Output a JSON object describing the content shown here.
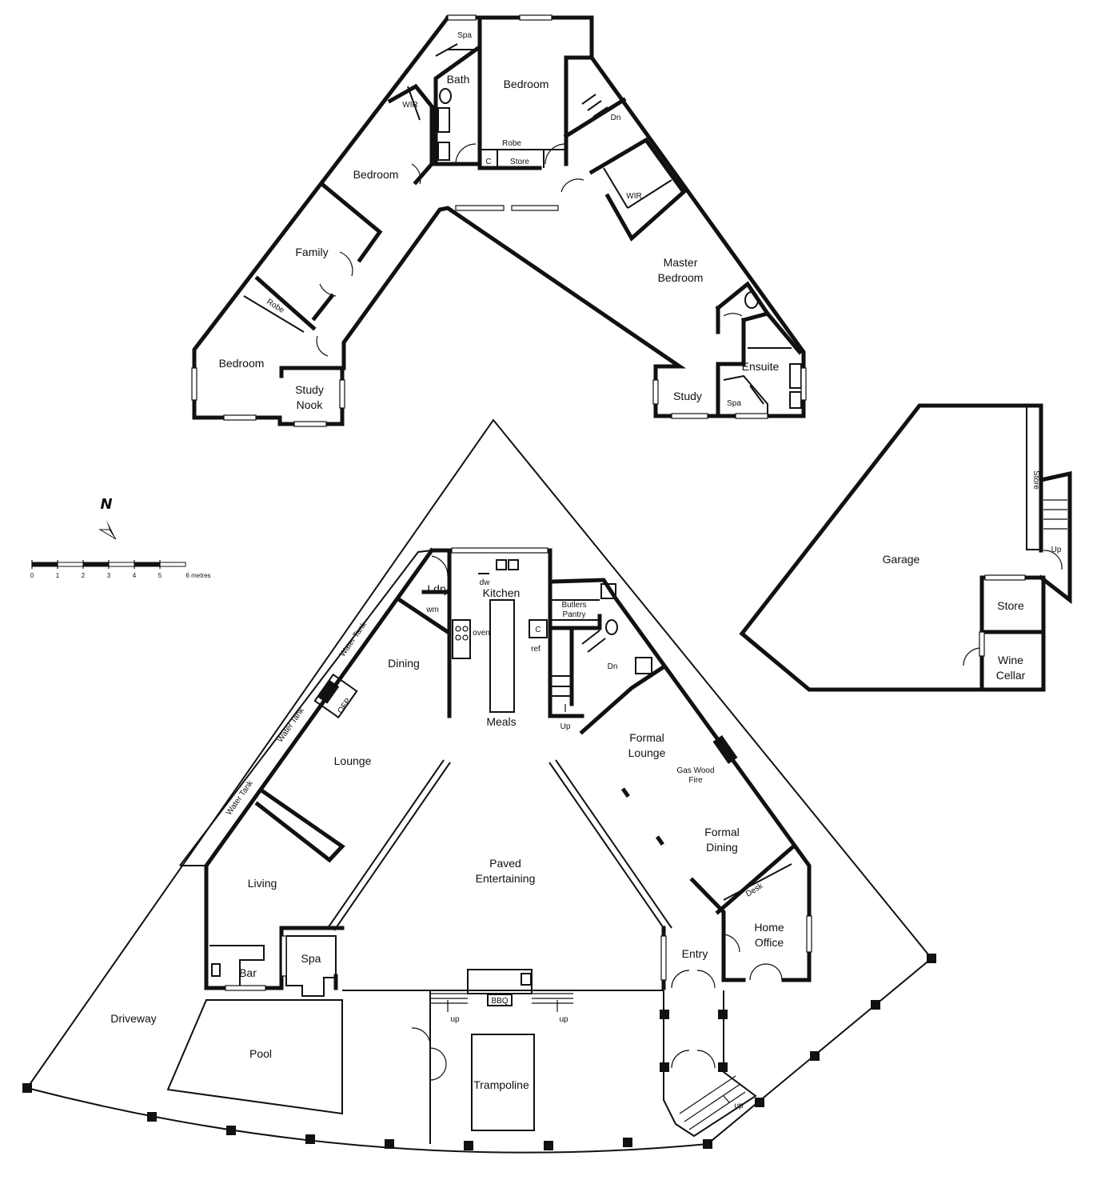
{
  "upper_floor": {
    "spa": "Spa",
    "bath": "Bath",
    "bedroom_north": "Bedroom",
    "wir_west": "WIR",
    "robe_north": "Robe",
    "c_north": "C",
    "store_north": "Store",
    "dn": "Dn",
    "bedroom_west": "Bedroom",
    "wir_master": "WIR",
    "family": "Family",
    "robe_west": "Robe",
    "master_line1": "Master",
    "master_line2": "Bedroom",
    "bedroom_sw": "Bedroom",
    "study_nook_line1": "Study",
    "study_nook_line2": "Nook",
    "ensuite": "Ensuite",
    "study": "Study",
    "spa_ensuite": "Spa"
  },
  "ground_floor": {
    "ldry": "Ldry",
    "dw": "dw",
    "kitchen": "Kitchen",
    "butlers_line1": "Butlers",
    "butlers_line2": "Pantry",
    "wm": "wm",
    "oven": "oven",
    "c": "C",
    "ref": "ref",
    "dn": "Dn",
    "dining": "Dining",
    "water_tank_1": "Water Tank",
    "water_tank_2": "Water Tank",
    "water_tank_3": "Water Tank",
    "ofp": "OFP",
    "meals": "Meals",
    "up_stairs": "Up",
    "formal_lounge_line1": "Formal",
    "formal_lounge_line2": "Lounge",
    "gas_fire_line1": "Gas Wood",
    "gas_fire_line2": "Fire",
    "lounge": "Lounge",
    "formal_dining_line1": "Formal",
    "formal_dining_line2": "Dining",
    "paved_line1": "Paved",
    "paved_line2": "Entertaining",
    "living": "Living",
    "desk": "Desk",
    "home_office_line1": "Home",
    "home_office_line2": "Office",
    "spa": "Spa",
    "entry": "Entry",
    "bar": "Bar",
    "bbq": "BBQ",
    "up_left": "up",
    "up_right": "up",
    "driveway": "Driveway",
    "pool": "Pool",
    "trampoline": "Trampoline",
    "up_entry": "up"
  },
  "garage_block": {
    "store_vertical": "Store",
    "garage": "Garage",
    "up": "Up",
    "store": "Store",
    "wine_line1": "Wine",
    "wine_line2": "Cellar"
  },
  "compass": {
    "letter": "N",
    "icon": "north-arrow-icon"
  },
  "scale": {
    "ticks": [
      "0",
      "1",
      "2",
      "3",
      "4",
      "5"
    ],
    "end_label": "6 metres"
  },
  "colors": {
    "ink": "#111111",
    "paper": "#ffffff"
  }
}
